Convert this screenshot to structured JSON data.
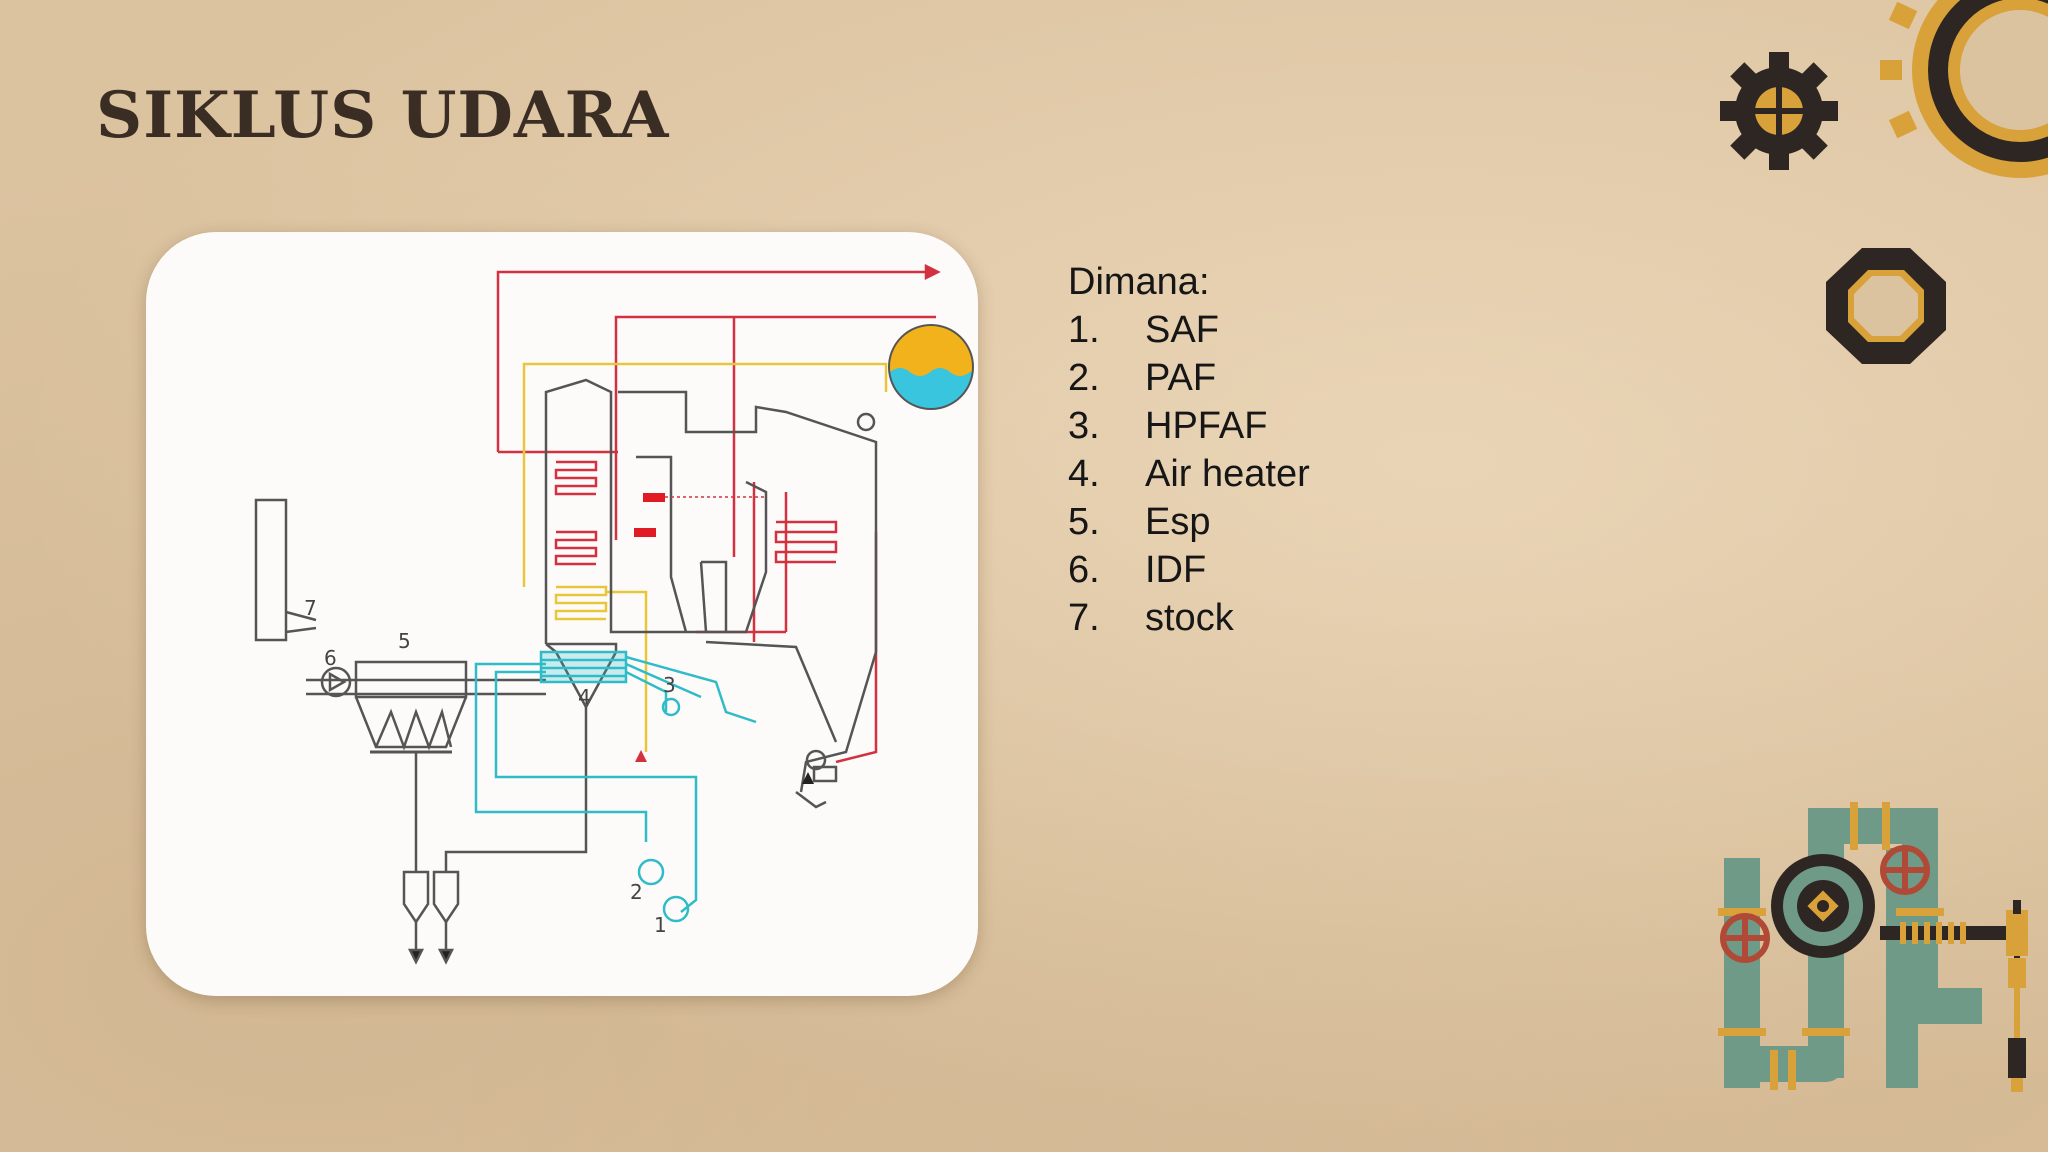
{
  "slide": {
    "title": "SIKLUS UDARA"
  },
  "diagram": {
    "labels": [
      "1",
      "2",
      "3",
      "4",
      "5",
      "6",
      "7"
    ],
    "colors": {
      "air_red": "#d2323f",
      "gas_gray": "#555555",
      "primary_air_cyan": "#2fbcc8",
      "feed_yellow": "#e8c63a",
      "drum_yellow": "#f2b21b",
      "drum_water": "#39c5dd",
      "heater_red": "#e01b24"
    }
  },
  "legend": {
    "heading": "Dimana:",
    "items": [
      {
        "num": "1.",
        "text": "SAF"
      },
      {
        "num": "2.",
        "text": "PAF"
      },
      {
        "num": "3.",
        "text": "HPFAF"
      },
      {
        "num": "4.",
        "text": "Air heater"
      },
      {
        "num": "5.",
        "text": "Esp"
      },
      {
        "num": "6.",
        "text": "IDF"
      },
      {
        "num": "7.",
        "text": "stock"
      }
    ]
  },
  "decorations": {
    "colors": {
      "gear_dark": "#2e2622",
      "gear_gold": "#d9a13a",
      "pipe_green": "#6f9a87",
      "valve_red": "#b04a37"
    },
    "icons": [
      "gear-icon",
      "large-gear-icon",
      "ring-nut-icon",
      "pipe-machinery-icon"
    ]
  }
}
